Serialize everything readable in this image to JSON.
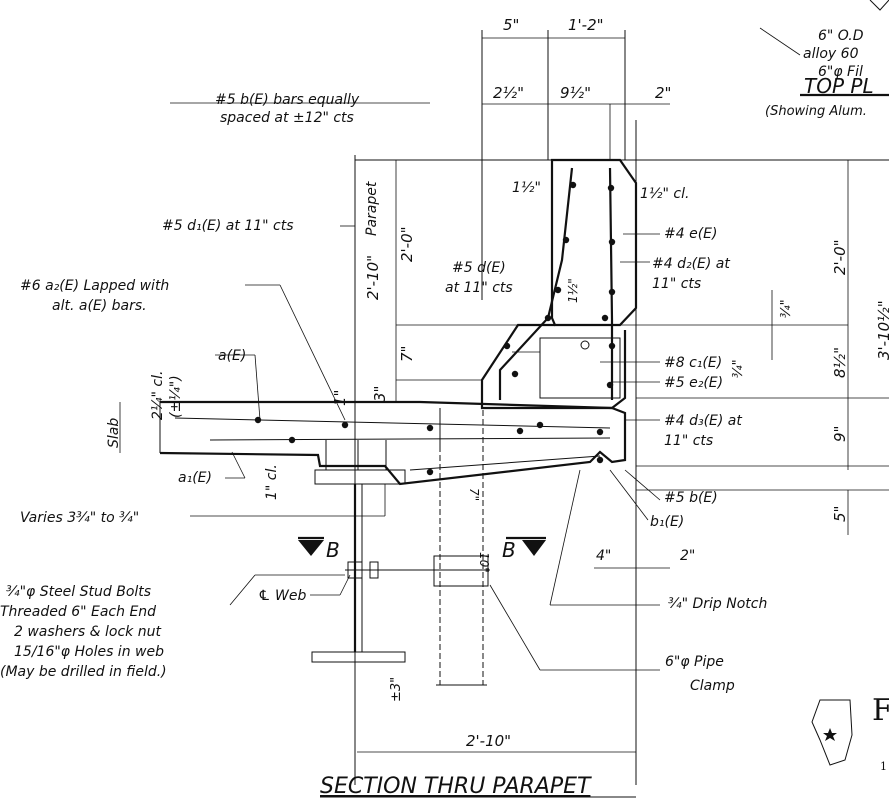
{
  "drawing": {
    "title": "SECTION THRU PARAPET",
    "top_plan": {
      "title_partial": "TOP PL",
      "subtitle_partial": "(Showing Alum.",
      "note_1": "6\" O.D",
      "note_2": "alloy 60",
      "note_3": "6\"φ Fil"
    },
    "dimensions": {
      "top_5": "5\"",
      "top_1_2": "1'-2\"",
      "top_2_half": "2½\"",
      "top_9_half": "9½\"",
      "top_2": "2\"",
      "left_2_10": "2'-10\"",
      "left_parapet": "Parapet",
      "left_2_0": "2'-0\"",
      "left_7": "7\"",
      "left_3": "3\"",
      "left_1": "1\"",
      "slab": "Slab",
      "slab_cl": "2¼\" cl.",
      "slab_cl_tol": "(±¼\")",
      "one_cl": "1\" cl.",
      "half_1_inner": "1½\"",
      "half_1_outer": "1½\" cl.",
      "three_quarter_1": "¾\"",
      "right_2_0": "2'-0\"",
      "right_3_10": "3'-10½\"",
      "right_8_half": "8½\"",
      "right_3_4": "¾\"",
      "right_9": "9\"",
      "right_5": "5\"",
      "bottom_4": "4\"",
      "bottom_2": "2\"",
      "bottom_2_10": "2'-10\"",
      "vert_3": "±3\"",
      "vert_10": "10\"",
      "haunch_7": "7\"",
      "vert_1_2": "1½\""
    },
    "labels": {
      "b_bars_1": "#5 b(E) bars equally",
      "b_bars_2": "spaced at ±12\" cts",
      "d1": "#5 d₁(E) at 11\" cts",
      "a2_1": "#6 a₂(E) Lapped with",
      "a2_2": "alt. a(E) bars.",
      "aE": "a(E)",
      "a1E": "a₁(E)",
      "d_1": "#5 d(E)",
      "d_2": "at 11\" cts",
      "e": "#4 e(E)",
      "d2_1": "#4 d₂(E) at",
      "d2_2": "11\" cts",
      "c1": "#8 c₁(E)",
      "e2": "#5 e₂(E)",
      "d3_1": "#4 d₃(E) at",
      "d3_2": "11\" cts",
      "b5": "#5 b(E)",
      "b1": "b₁(E)",
      "varies": "Varies 3¾\" to ¾\"",
      "section_b_left": "B",
      "section_b_right": "B",
      "web": "℄ Web",
      "stud_1": "¾\"φ Steel Stud Bolts",
      "stud_2": "Threaded 6\" Each End",
      "stud_3": "2 washers & lock nut",
      "stud_4": "15/16\"φ Holes in web",
      "stud_5": "(May be drilled in field.)",
      "drip": "¾\" Drip Notch",
      "pipe_1": "6\"φ Pipe",
      "pipe_2": "Clamp",
      "logo_letter": "F",
      "logo_num": "1"
    }
  }
}
